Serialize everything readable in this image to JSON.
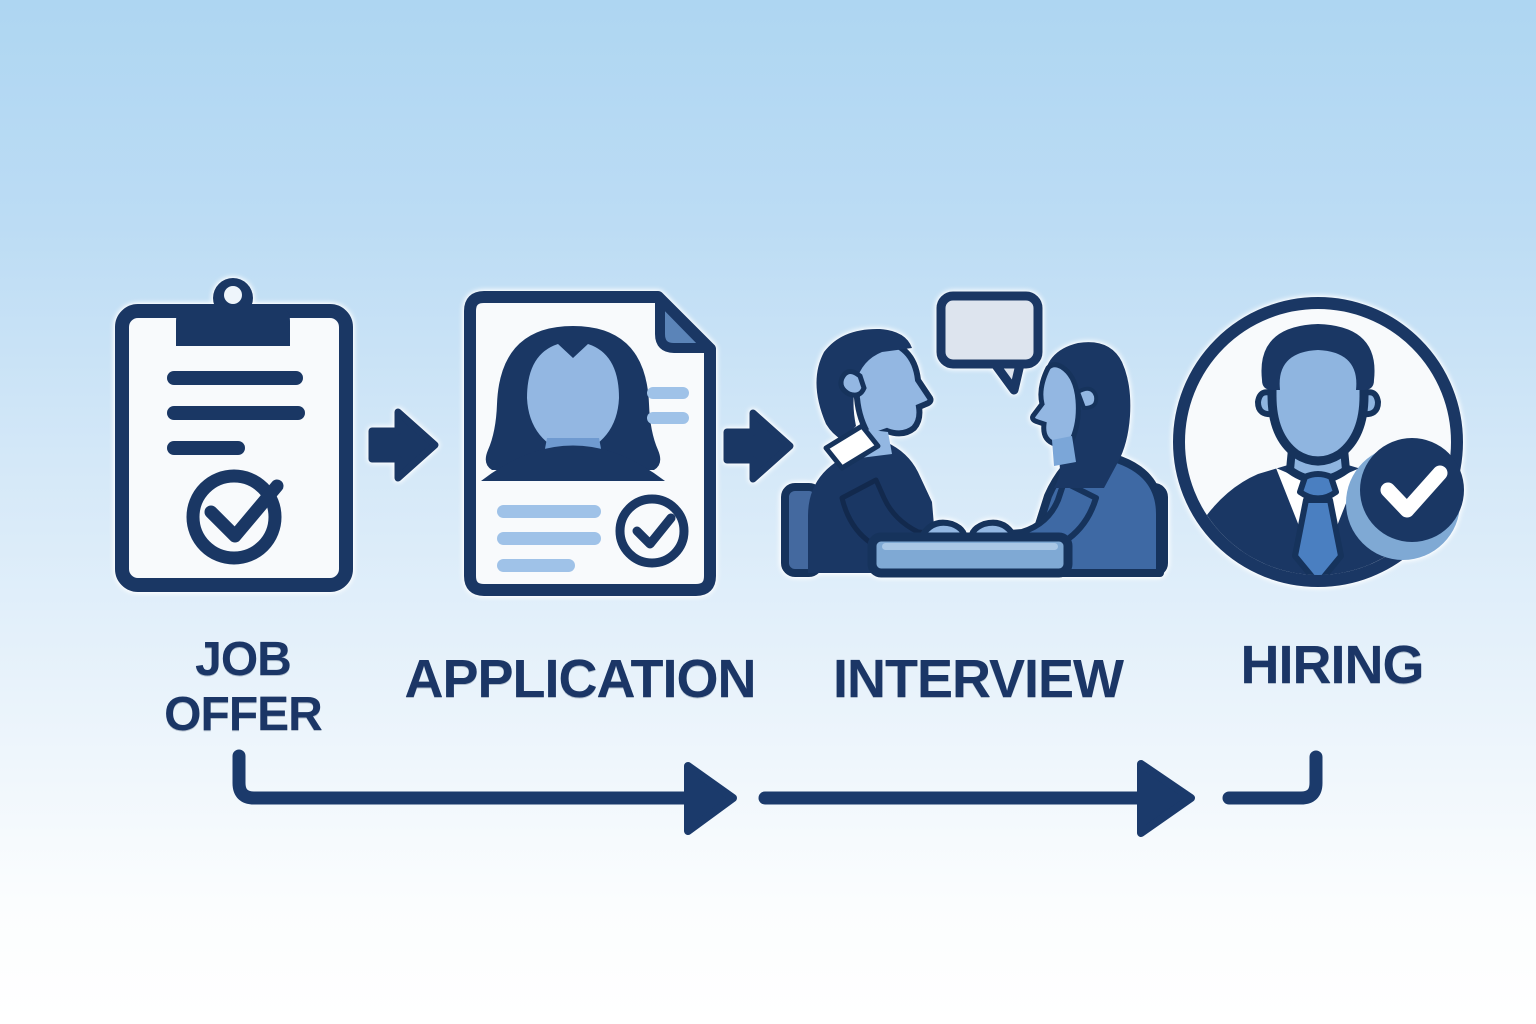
{
  "diagram": {
    "type": "process-flow",
    "steps": [
      {
        "label": "JOB OFFER",
        "icon": "clipboard-check-icon"
      },
      {
        "label": "APPLICATION",
        "icon": "resume-document-icon"
      },
      {
        "label": "INTERVIEW",
        "icon": "interview-conversation-icon"
      },
      {
        "label": "HIRING",
        "icon": "hired-candidate-badge-icon"
      }
    ],
    "colors": {
      "navy": "#1a3764",
      "outline": "#16335c",
      "text": "#1b3666",
      "medium_blue": "#3e69a4",
      "steel_blue": "#7fa9d4",
      "light_blue": "#93b7e2",
      "pale_line_blue": "#9fc2e8",
      "paper": "#f8fafc",
      "bubble": "#dde4ee",
      "background_top": "#aed6f2",
      "background_bottom": "#ffffff"
    }
  }
}
